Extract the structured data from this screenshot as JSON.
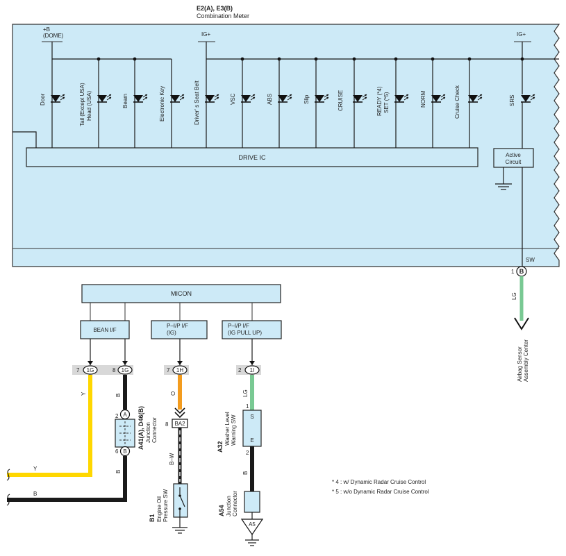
{
  "header": {
    "connector_id": "E2(A), E3(B)",
    "component_name": "Combination Meter"
  },
  "meter": {
    "dome_supply": [
      "+B",
      "(DOME)"
    ],
    "ig_supply_left": "IG+",
    "ig_supply_right": "IG+",
    "drive_ic_label": "DRIVE IC",
    "active_circuit_label": [
      "Active",
      "Circuit"
    ],
    "sw_label": "SW",
    "sw_pin": "1",
    "sw_connector": "B"
  },
  "indicators": [
    {
      "label": [
        "Door"
      ]
    },
    {
      "label": [
        "Tail (Except USA)",
        "Head (USA)"
      ]
    },
    {
      "label": [
        "Beam"
      ]
    },
    {
      "label": [
        "Electronic Key"
      ]
    },
    {
      "label": [
        "Driver' s Seat Belt"
      ]
    },
    {
      "label": [
        "VSC"
      ]
    },
    {
      "label": [
        "ABS"
      ]
    },
    {
      "label": [
        "Slip"
      ]
    },
    {
      "label": [
        "CRUISE"
      ]
    },
    {
      "label": [
        "READY (*4)",
        "SET (*5)"
      ]
    },
    {
      "label": [
        "NORM"
      ]
    },
    {
      "label": [
        "Cruise Check"
      ]
    },
    {
      "label": [
        "SRS"
      ]
    }
  ],
  "lower": {
    "micon": "MICON",
    "bean_if": "BEAN I/F",
    "pip_if_ig": [
      "P–I/P I/F",
      "(IG)"
    ],
    "pip_if_pullup": [
      "P–I/P I/F",
      "(IG PULL UP)"
    ],
    "conn_1g_a": {
      "pin": "7",
      "name": "1G"
    },
    "conn_1g_b": {
      "pin": "8",
      "name": "1G"
    },
    "conn_1h": {
      "pin": "7",
      "name": "1H"
    },
    "conn_1i": {
      "pin": "2",
      "name": "1I"
    },
    "wire_y": "Y",
    "wire_b": "B",
    "wire_o": "O",
    "wire_bw": "B–W",
    "wire_lg": "LG",
    "wire_y_left": "Y",
    "wire_b_left": "B",
    "wire_b_a41": "B",
    "wire_b_a32": "B",
    "junction": {
      "id": "A41(A), D46(B)",
      "name": [
        "Junction",
        "Connector"
      ],
      "pin_a": "2",
      "conn_a": "A",
      "pin_b": "6",
      "conn_b": "B"
    },
    "ba2": {
      "pin": "8",
      "name": "BA2"
    },
    "b1": {
      "id": "B1",
      "name": [
        "Engine Oil",
        "Pressure SW"
      ]
    },
    "a32": {
      "id": "A32",
      "name": [
        "Washer Level",
        "Warning SW"
      ],
      "pin_top": "1",
      "pin_bottom": "2",
      "term_s": "S",
      "term_e": "E"
    },
    "a54": {
      "id": "A54",
      "name": [
        "Junction",
        "Connector"
      ]
    },
    "a5": "A5"
  },
  "airbag": {
    "wire_lg": "LG",
    "name": [
      "Airbag Sensor",
      "Assembly Center"
    ]
  },
  "notes": [
    "* 4 : w/ Dynamic Radar Cruise Control",
    "* 5 : w/o Dynamic Radar Cruise Control"
  ],
  "colors": {
    "panel_fill": "#cdeaf7",
    "yellow_wire": "#ffd700",
    "black_wire": "#1a1a1a",
    "orange_wire": "#f39c1e",
    "green_wire": "#79c993"
  }
}
